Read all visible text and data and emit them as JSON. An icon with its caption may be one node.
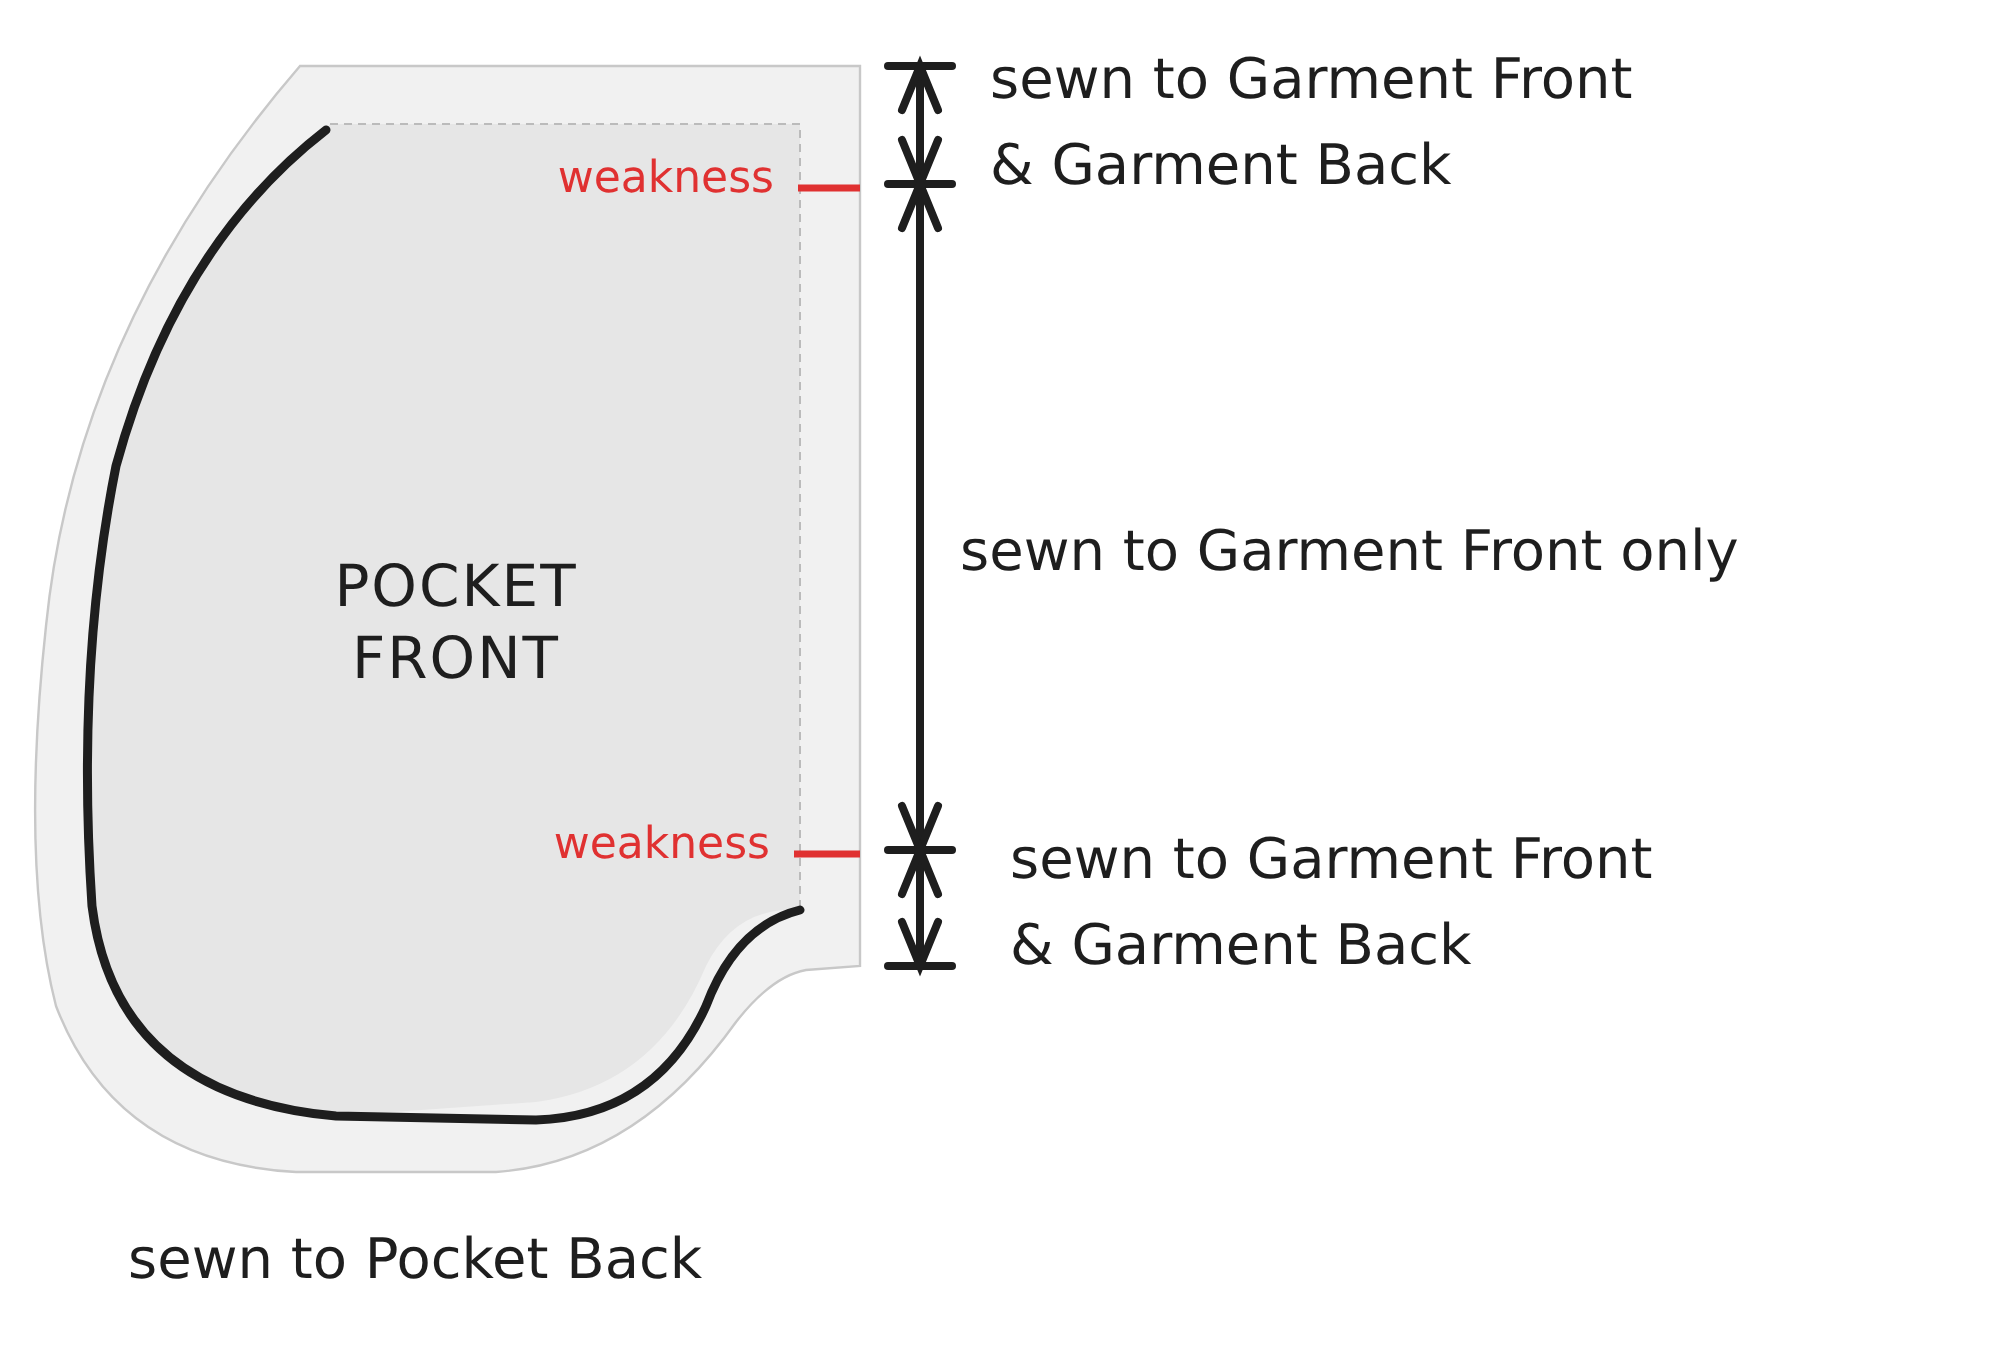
{
  "diagram": {
    "nodes": [
      {
        "text": [
          "POCKET FRONT"
        ]
      },
      {
        "text": [
          "weakness"
        ],
        "in": 0
      },
      {
        "text": [
          "weakness"
        ],
        "in": 0
      }
    ],
    "edges": [
      {
        "from": 1,
        "to": 0,
        "arrow": "none",
        "color": "#e03131"
      },
      {
        "from": 2,
        "to": 0,
        "arrow": "none",
        "color": "#e03131"
      }
    ],
    "labels": [
      "sewn to Garment Front & Garment Back",
      "sewn to Garment Front only",
      "sewn to Garment Front & Garment Back",
      "sewn to Pocket Back"
    ]
  }
}
